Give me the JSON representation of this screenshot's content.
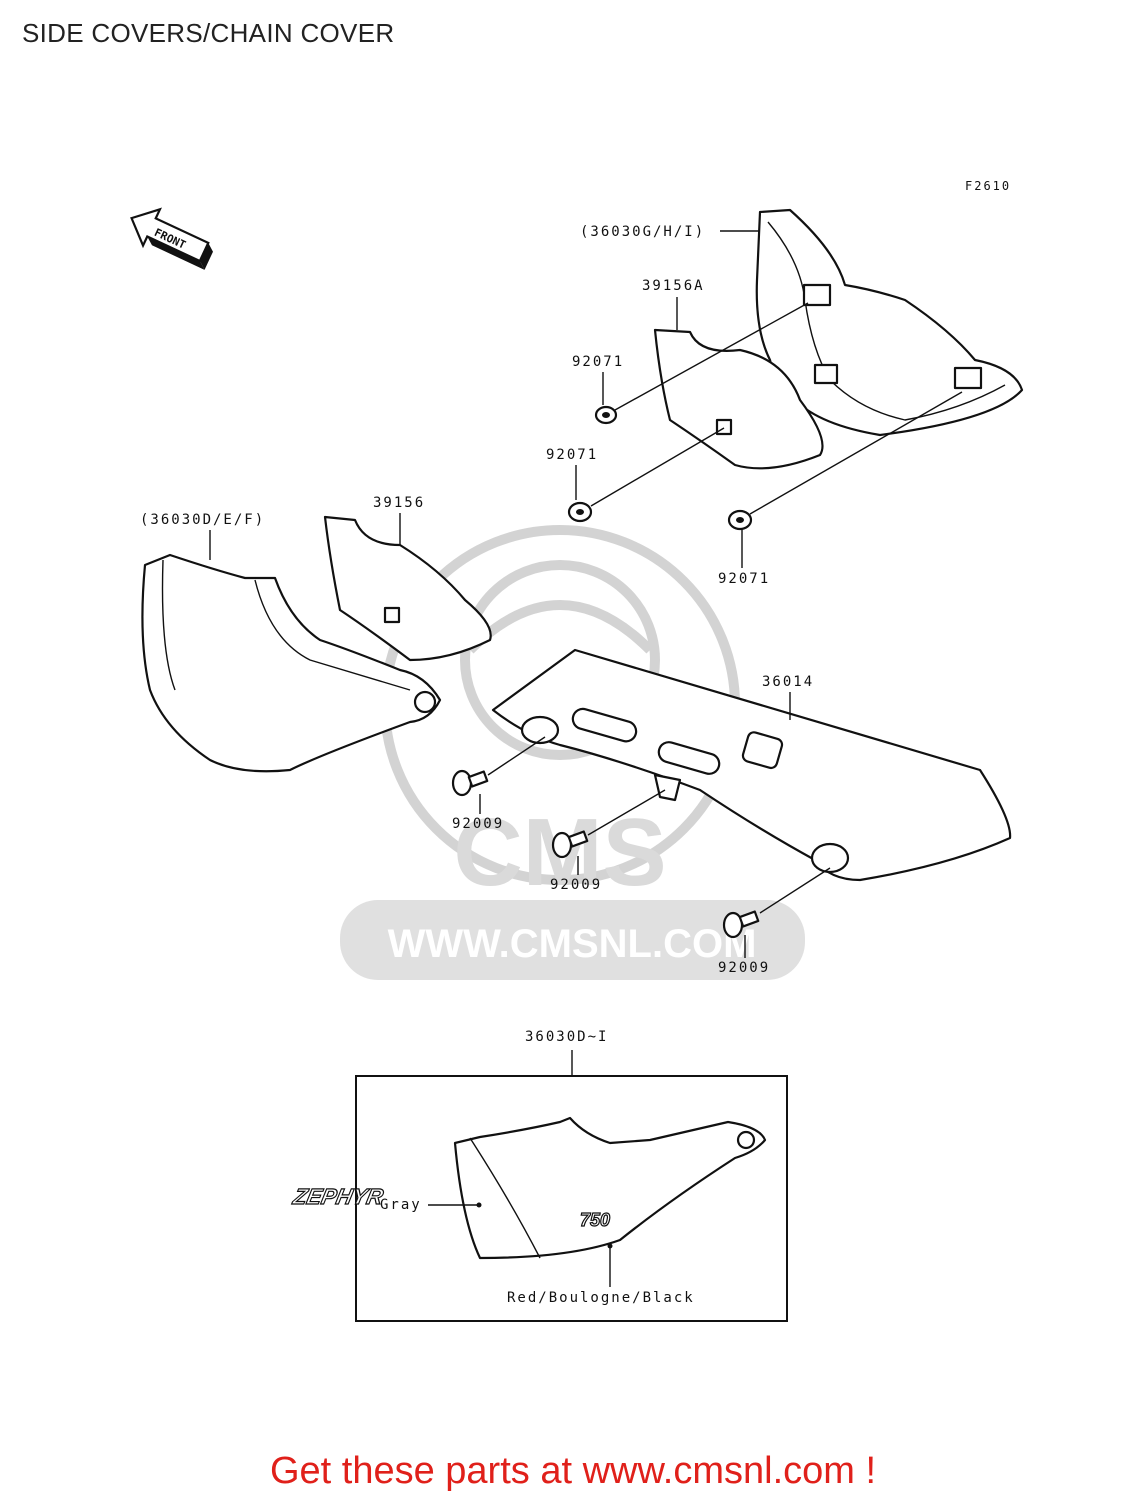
{
  "title": "SIDE COVERS/CHAIN COVER",
  "figure_code": "F2610",
  "front_arrow": "FRONT",
  "labels": {
    "p36030ghi": "(36030G/H/I)",
    "p39156a": "39156A",
    "p92071_a": "92071",
    "p92071_b": "92071",
    "p92071_c": "92071",
    "p36030def": "(36030D/E/F)",
    "p39156": "39156",
    "p36014": "36014",
    "p92009_a": "92009",
    "p92009_b": "92009",
    "p92009_c": "92009",
    "p36030d_i": "36030D~I",
    "gray": "Gray",
    "color_scheme": "Red/Boulogne/Black"
  },
  "decal": {
    "line1": "ZEPHYR",
    "line2": "750"
  },
  "watermark": {
    "brand": "CMS",
    "url": "WWW.CMSNL.COM"
  },
  "footer": "Get these parts at www.cmsnl.com !"
}
